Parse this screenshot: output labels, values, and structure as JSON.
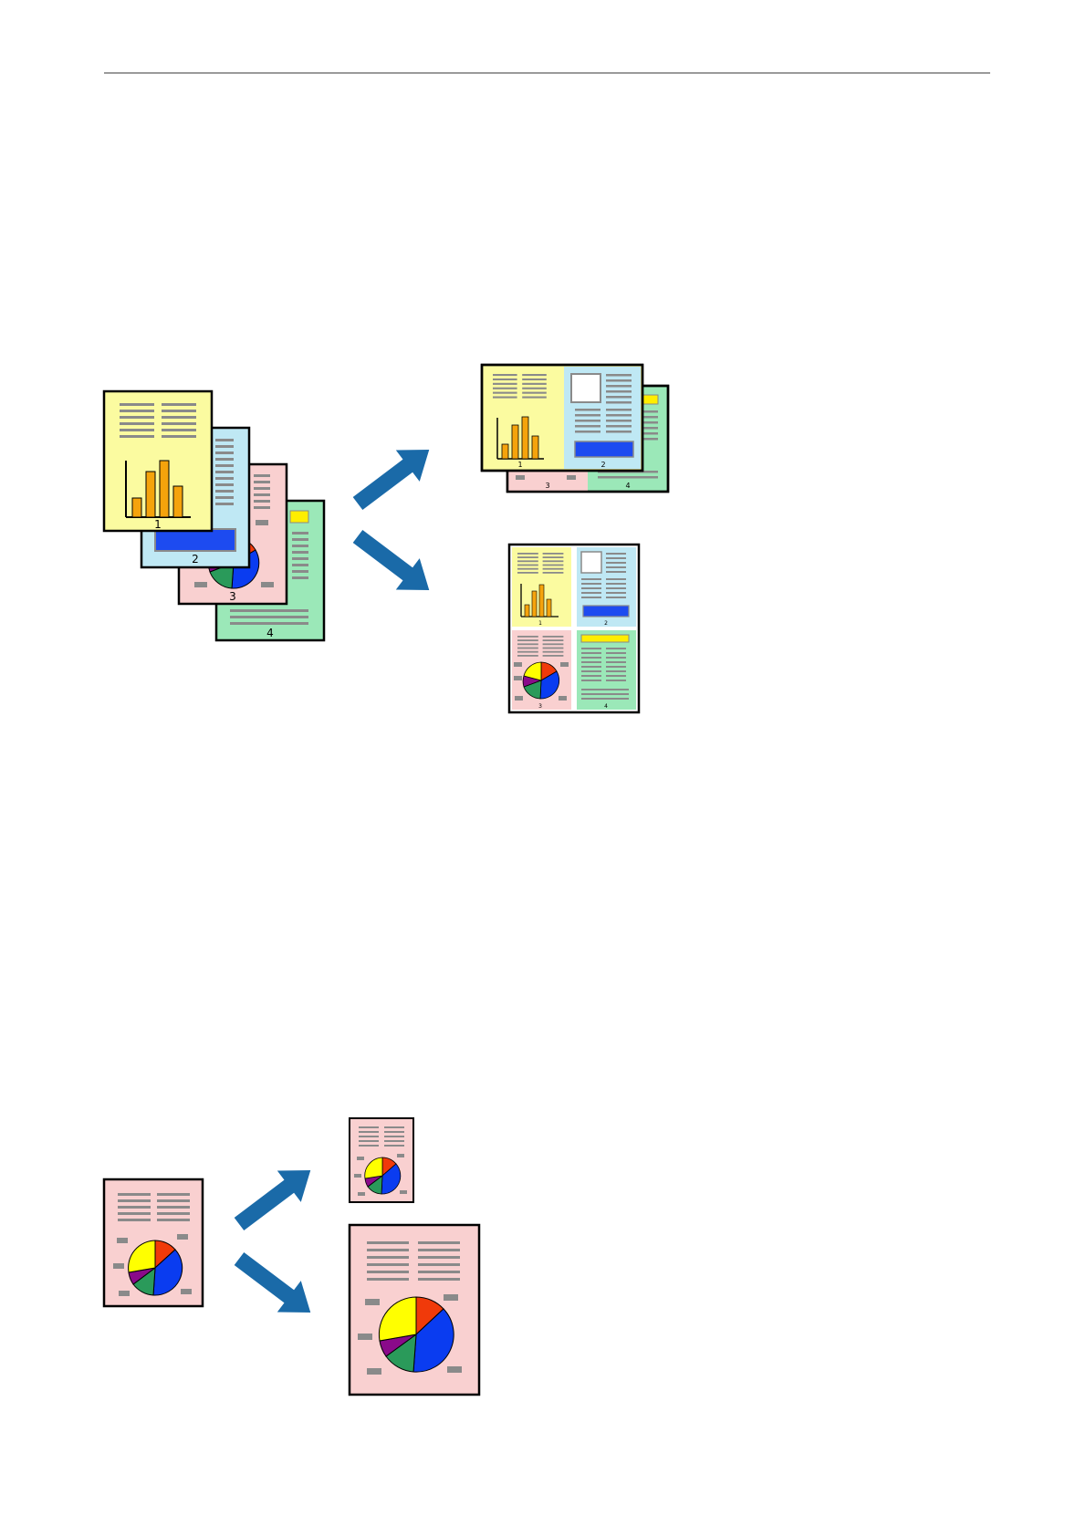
{
  "colors": {
    "page_yellow": "#fbfba0",
    "page_blue": "#bfe8f4",
    "page_pink": "#f9d0d0",
    "page_green": "#9be8b8",
    "arrow_blue": "#1a6aa8",
    "bar_orange": "#f5a30c",
    "blue_block": "#1d4bf0",
    "text_line_gray": "#8a8a8a",
    "pie_yellow": "#ffff00",
    "pie_red": "#f03a0a",
    "pie_blue": "#0a3cf0",
    "pie_green": "#2a9a5a",
    "pie_purple": "#8a0a8a",
    "highlight_yellow": "#ffee00"
  },
  "figure1": {
    "source_pages": [
      {
        "label": "1"
      },
      {
        "label": "2"
      },
      {
        "label": "3"
      },
      {
        "label": "4"
      }
    ],
    "two_up_labels": [
      "1",
      "2",
      "3",
      "4"
    ],
    "four_up_labels": [
      "1",
      "2",
      "3",
      "4"
    ]
  },
  "figure2": {
    "icons": [
      "pie-chart-icon",
      "arrow-icon"
    ]
  }
}
